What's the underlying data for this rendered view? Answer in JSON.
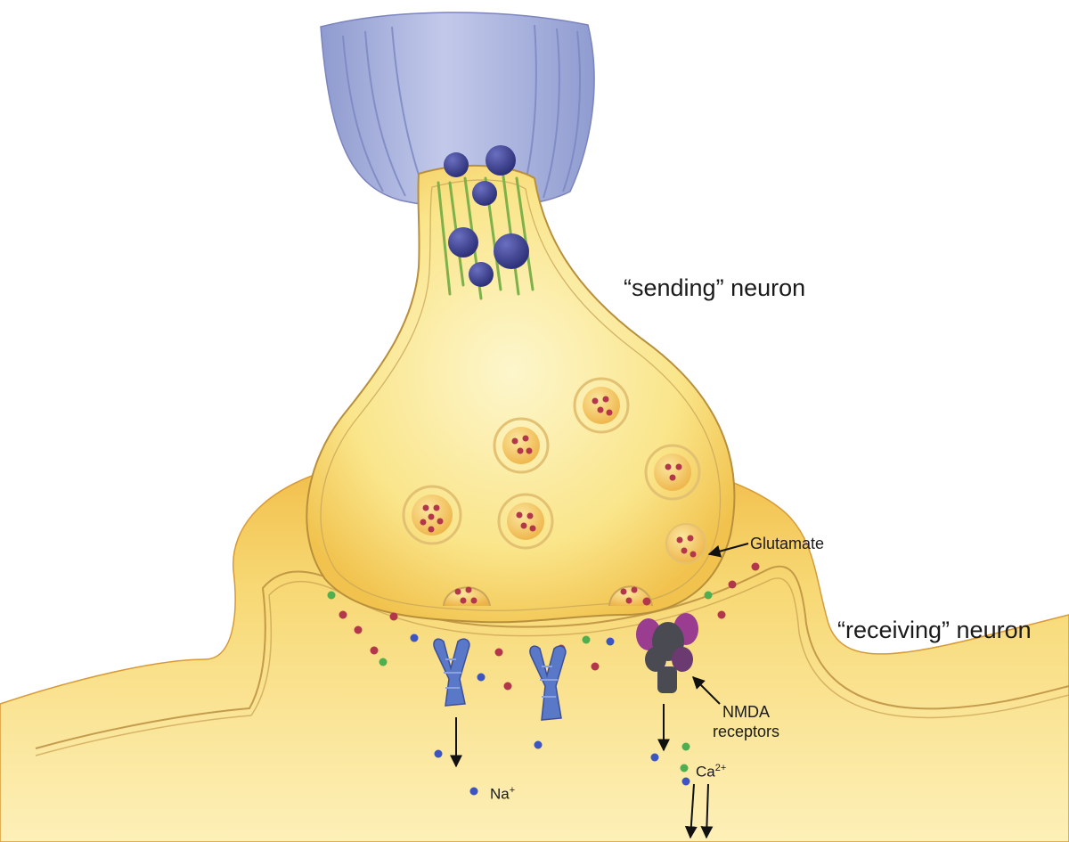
{
  "labels": {
    "sending": "“sending” neuron",
    "receiving": "“receiving” neuron",
    "glutamate": "Glutamate",
    "nmda_line1": "NMDA",
    "nmda_line2": "receptors",
    "na_base": "Na",
    "na_sup": "+",
    "ca_base": "Ca",
    "ca_sup": "2+"
  },
  "colors": {
    "axon_blue": "#aab4dc",
    "cell_yellow": "#f9dd7a",
    "cell_orange": "#eeae3c",
    "vesicle_purple": "#3b3f8f",
    "microtubule_green": "#7fb04a",
    "glutamate_red": "#b2374a",
    "sodium_blue": "#3c55c0",
    "calcium_green": "#4faf50",
    "nmda_purple": "#9a3c90",
    "nmda_grey": "#4a4a52",
    "ampa_blue": "#5a78c8"
  }
}
